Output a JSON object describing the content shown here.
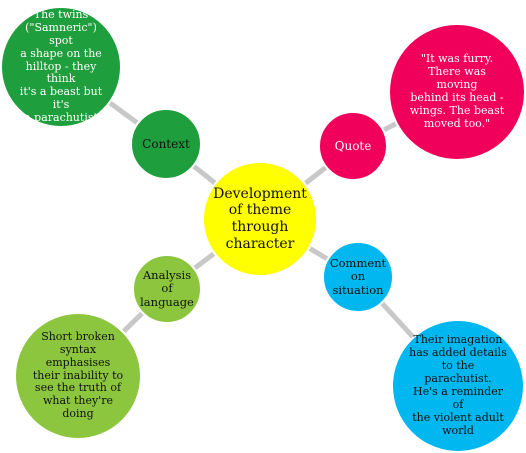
{
  "center": {
    "text": "Development\nof theme\nthrough\ncharacter",
    "color": "#ffff00"
  },
  "branches": {
    "context": {
      "label": "Context",
      "label_color": "#1e9e3c",
      "detail": "The twins\n(\"Samneric\") spot\na shape on the\nhilltop - they think\nit's a beast but it's\na parachutist",
      "detail_color": "#1e9e3c"
    },
    "quote": {
      "label": "Quote",
      "label_color": "#f0005a",
      "detail": "\"It was furry.\nThere was moving\nbehind its head -\nwings. The beast\nmoved too.\"",
      "detail_color": "#f0005a"
    },
    "analysis": {
      "label": "Analysis\nof\nlanguage",
      "label_color": "#8cc63f",
      "detail": "Short broken\nsyntax emphasises\ntheir inability to\nsee the truth of\nwhat they're doing",
      "detail_color": "#8cc63f"
    },
    "comment": {
      "label": "Comment\non\nsituation",
      "label_color": "#00b7f0",
      "detail": "Their imagation\nhas added details\nto the parachutist.\nHe's a reminder of\nthe violent adult\nworld",
      "detail_color": "#00b7f0"
    }
  },
  "connector_color": "#c8c8c8"
}
